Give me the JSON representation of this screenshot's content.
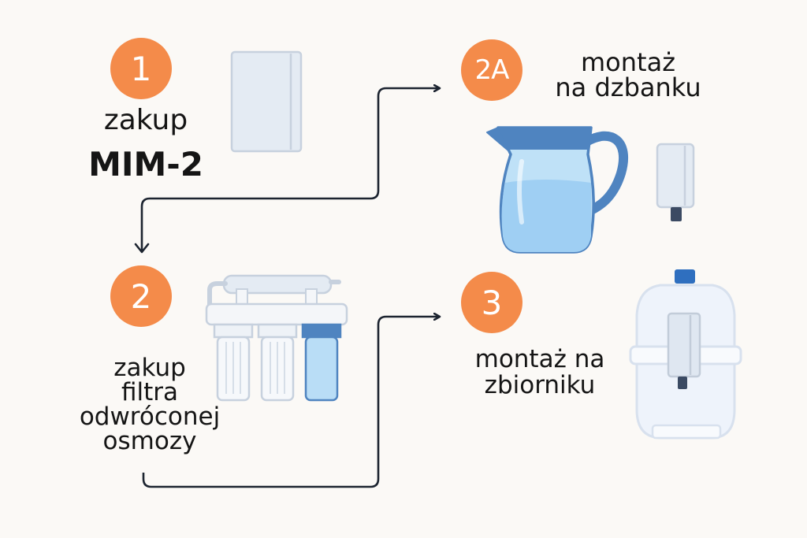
{
  "steps": {
    "s1": {
      "badge": "1",
      "line1": "zakup",
      "line2": "MIM-2"
    },
    "s2a": {
      "badge": "2A",
      "line1": "montaż",
      "line2": "na dzbanku"
    },
    "s2": {
      "badge": "2",
      "line1": "zakup",
      "line2": "filtra",
      "line3": "odwróconej",
      "line4": "osmozy"
    },
    "s3": {
      "badge": "3",
      "line1": "montaż na",
      "line2": "zbiorniku"
    }
  },
  "icons": {
    "cartridge": "filter-cartridge-icon",
    "pitcher": "water-pitcher-icon",
    "small_cartridge": "pitcher-filter-icon",
    "ro_system": "reverse-osmosis-filter-icon",
    "tank": "water-tank-icon"
  },
  "colors": {
    "badge": "#f48b4a",
    "text": "#151515",
    "arrow": "#1c2430",
    "light_blue": "#a9d6f5",
    "mid_blue": "#4f84c0",
    "pale": "#e4ebf3",
    "outline": "#c7d1de"
  }
}
